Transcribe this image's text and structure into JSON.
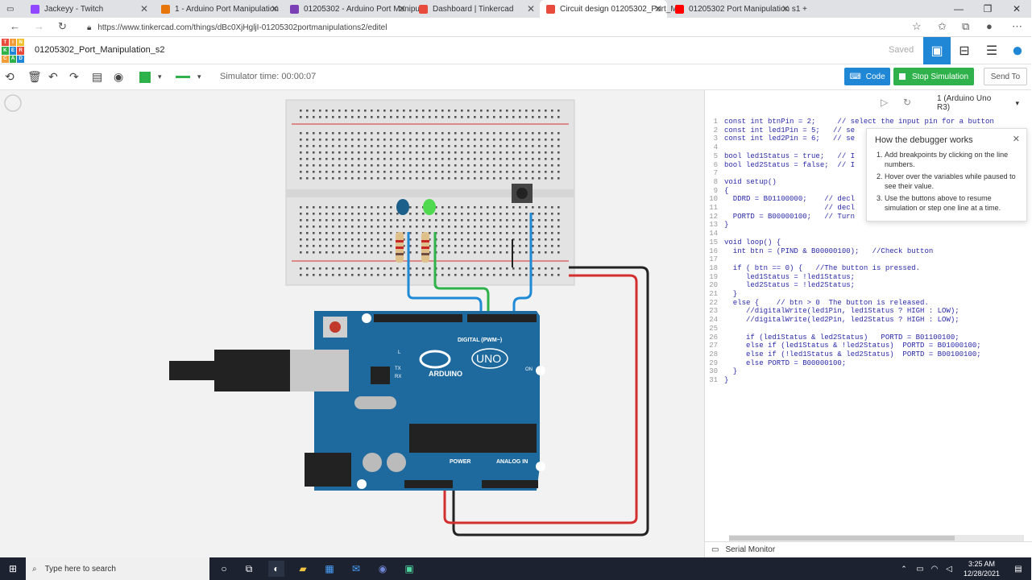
{
  "browser": {
    "tabs": [
      {
        "label": "Jackeyy - Twitch",
        "color": "#9146ff"
      },
      {
        "label": "1 - Arduino Port Manipulation",
        "color": "#e8740c"
      },
      {
        "label": "01205302 - Arduino Port Manipu",
        "color": "#7b3fb5"
      },
      {
        "label": "Dashboard | Tinkercad",
        "color": "#e84a3c"
      },
      {
        "label": "Circuit design 01205302_Port_M",
        "color": "#e84a3c"
      },
      {
        "label": "01205302 Port Manipulation s1",
        "color": "#ff0000"
      }
    ],
    "url": "https://www.tinkercad.com/things/dBc0XjHgljI-01205302portmanipulations2/editel"
  },
  "app": {
    "title": "01205302_Port_Manipulation_s2",
    "saved": "Saved",
    "simulator_time": "Simulator time: 00:00:07",
    "code_label": "Code",
    "stop_label": "Stop Simulation",
    "send_label": "Send To",
    "board": "1 (Arduino Uno R3)",
    "serial_monitor": "Serial Monitor"
  },
  "code_lines": [
    "const int btnPin = 2;     // select the input pin for a button",
    "const int led1Pin = 5;   // se",
    "const int led2Pin = 6;   // se",
    "",
    "bool led1Status = true;   // I",
    "bool led2Status = false;  // I",
    "",
    "void setup()",
    "{",
    "  DDRD = B01100000;    // decl",
    "                       // decl",
    "  PORTD = B00000100;   // Turn",
    "}",
    "",
    "void loop() {",
    "  int btn = (PIND & B00000100);   //Check button",
    "",
    "  if ( btn == 0) {   //The button is pressed.",
    "     led1Status = !led1Status;",
    "     led2Status = !led2Status;",
    "  }",
    "  else {    // btn > 0  The button is released.",
    "     //digitalWrite(led1Pin, led1Status ? HIGH : LOW);",
    "     //digitalWrite(led2Pin, led2Status ? HIGH : LOW);",
    "",
    "     if (led1Status & led2Status)   PORTD = B01100100;",
    "     else if (led1Status & !led2Status)  PORTD = B01000100;",
    "     else if (!led1Status & led2Status)  PORTD = B00100100;",
    "     else PORTD = B00000100;",
    "  }",
    "}"
  ],
  "tooltip": {
    "title": "How the debugger works",
    "items": [
      "Add breakpoints by clicking on the line numbers.",
      "Hover over the variables while paused to see their value.",
      "Use the buttons above to resume simulation or step one line at a time."
    ]
  },
  "arduino": {
    "brand": "ARDUINO",
    "model": "UNO",
    "digital": "DIGITAL (PWM~)",
    "power": "POWER",
    "analog": "ANALOG IN",
    "on": "ON",
    "l": "L",
    "tx": "TX",
    "rx": "RX"
  },
  "taskbar": {
    "search": "Type here to search",
    "time": "3:25 AM",
    "date": "12/28/2021"
  }
}
